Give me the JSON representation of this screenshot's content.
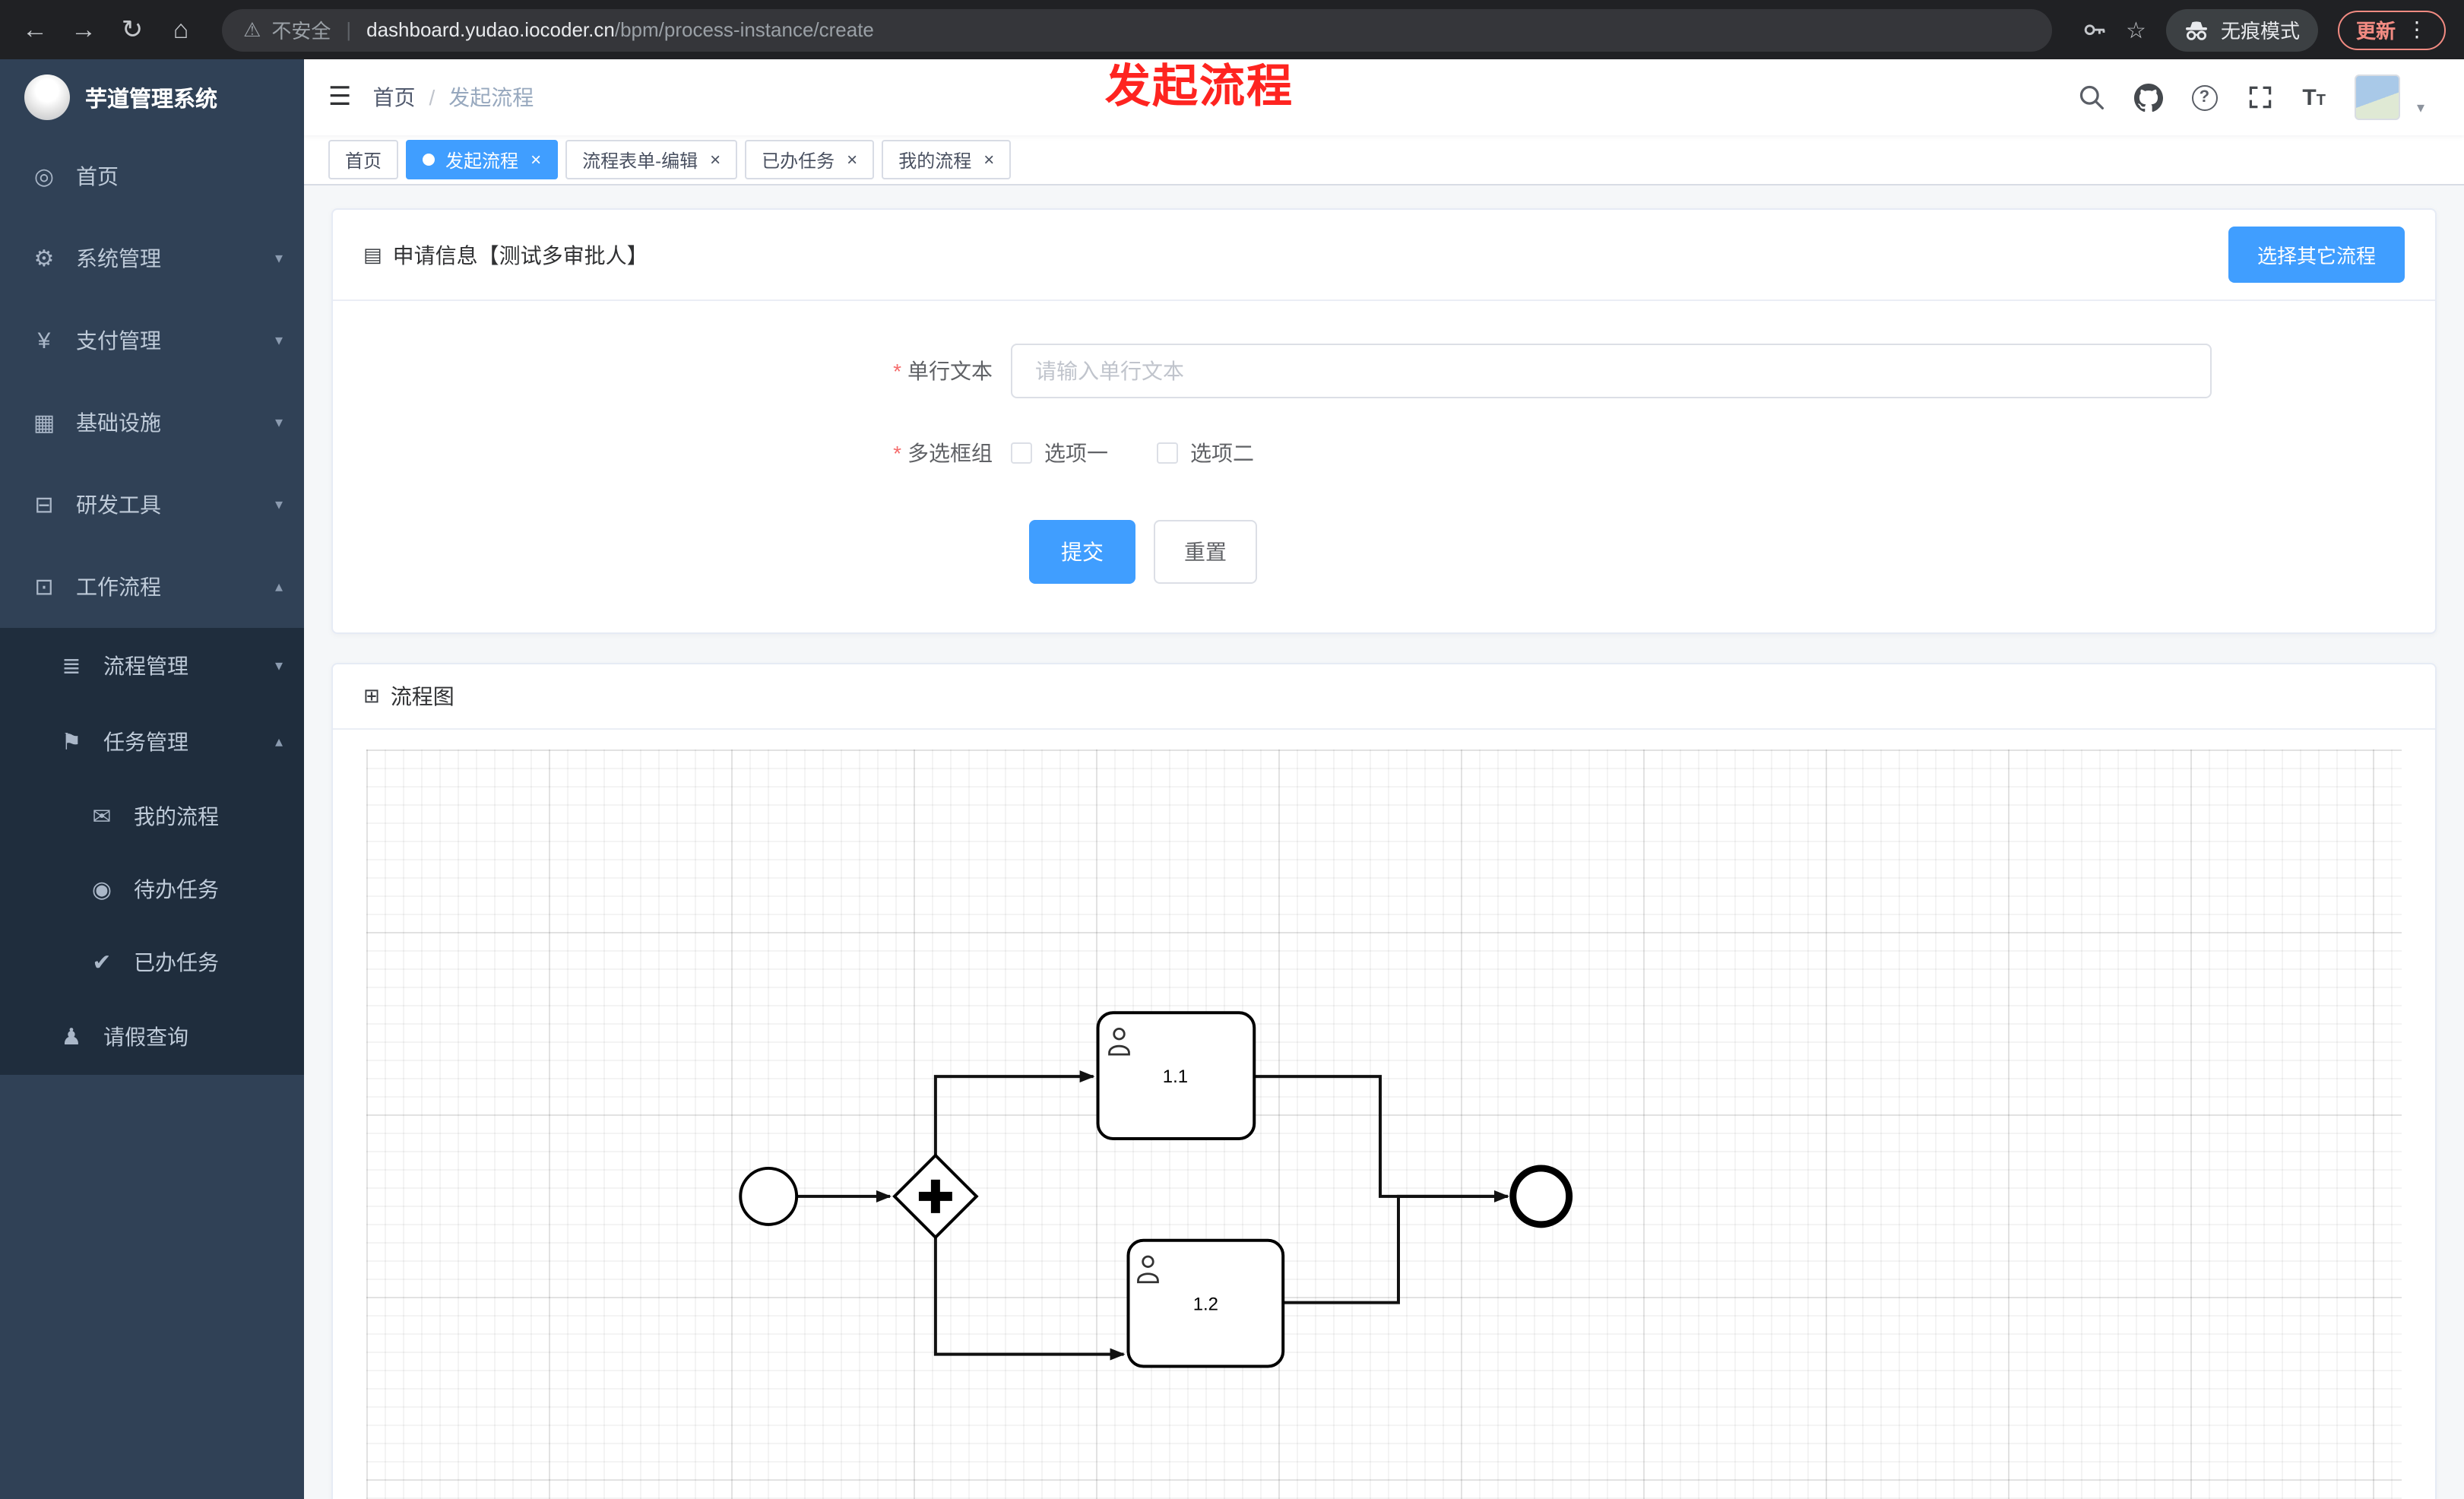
{
  "colors": {
    "accent": "#409eff",
    "sidebar_bg": "#304156",
    "submenu_bg": "#1f2d3d",
    "danger": "#f56c6c",
    "annotation_red": "#fe2420",
    "tab_active": "#409eff"
  },
  "browser": {
    "security_label": "不安全",
    "url_domain": "dashboard.yudao.iocoder.cn",
    "url_path": "/bpm/process-instance/create",
    "incognito_label": "无痕模式",
    "update_label": "更新"
  },
  "annotation": {
    "title": "发起流程"
  },
  "icons": {
    "back": "←",
    "forward": "→",
    "refresh": "↻",
    "home": "⌂",
    "warning": "⚠",
    "star": "☆",
    "divider": "|",
    "menu_dots": "⋮",
    "hamburger": "☰",
    "chevron_down": "▾",
    "chevron_up": "▴",
    "caret_down": "▾",
    "home_menu": "◎",
    "system": "⚙",
    "payment": "¥",
    "infra": "▦",
    "devtools": "⊟",
    "workflow": "⊡",
    "process_mgmt": "≣",
    "task_mgmt": "⚑",
    "my_process": "✉",
    "todo": "◉",
    "done": "✔",
    "leave": "♟",
    "form_card": "▤",
    "diagram_card": "⊞",
    "question": "?",
    "font_big": "T",
    "font_small": "T"
  },
  "sidebar": {
    "logo_title": "芋道管理系统",
    "items": [
      {
        "label": "首页"
      },
      {
        "label": "系统管理"
      },
      {
        "label": "支付管理"
      },
      {
        "label": "基础设施"
      },
      {
        "label": "研发工具"
      },
      {
        "label": "工作流程"
      }
    ],
    "submenu": {
      "process_mgmt": "流程管理",
      "task_mgmt": "任务管理",
      "children": [
        "我的流程",
        "待办任务",
        "已办任务"
      ],
      "leave": "请假查询"
    }
  },
  "header": {
    "breadcrumb": [
      "首页",
      "发起流程"
    ],
    "separator": "/"
  },
  "tabs": {
    "close_glyph": "×",
    "items": [
      {
        "label": "首页",
        "active": false
      },
      {
        "label": "发起流程",
        "active": true
      },
      {
        "label": "流程表单-编辑",
        "active": false
      },
      {
        "label": "已办任务",
        "active": false
      },
      {
        "label": "我的流程",
        "active": false
      }
    ]
  },
  "formCard": {
    "title": "申请信息【测试多审批人】",
    "select_other": "选择其它流程",
    "required_marker": "*",
    "fields": [
      {
        "label": "单行文本",
        "placeholder": "请输入单行文本"
      },
      {
        "label": "多选框组",
        "options": [
          "选项一",
          "选项二"
        ]
      }
    ],
    "submit": "提交",
    "reset": "重置"
  },
  "diagramCard": {
    "title": "流程图",
    "tasks": [
      "1.1",
      "1.2"
    ]
  }
}
